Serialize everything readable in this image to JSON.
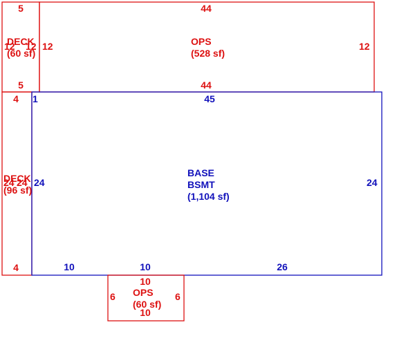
{
  "colors": {
    "red": "#dd1111",
    "blue": "#1111bb",
    "background": "#ffffff"
  },
  "areas": {
    "deck_top": {
      "name": "DECK",
      "area": "(60 sf)"
    },
    "ops_top": {
      "name": "OPS",
      "area": "(528 sf)"
    },
    "deck_left": {
      "name": "DECK",
      "area": "(96 sf)"
    },
    "base": {
      "name1": "BASE",
      "name2": "BSMT",
      "area": "(1,104 sf)"
    },
    "ops_bottom": {
      "name": "OPS",
      "area": "(60 sf)"
    }
  },
  "dimensions": {
    "deck_top": {
      "top": "5",
      "bottom": "5",
      "left": "12",
      "right": "12"
    },
    "ops_top": {
      "top": "44",
      "bottom": "44",
      "left": "12",
      "right": "12"
    },
    "deck_left": {
      "top": "4",
      "bottom": "4",
      "left": "24",
      "right": "24"
    },
    "base": {
      "top": "45",
      "top_small": "1",
      "left": "24",
      "right": "24",
      "bottom_seg1": "10",
      "bottom_seg2": "10",
      "bottom_seg3": "26"
    },
    "ops_bottom": {
      "top": "10",
      "bottom": "10",
      "left": "6",
      "right": "6"
    }
  }
}
